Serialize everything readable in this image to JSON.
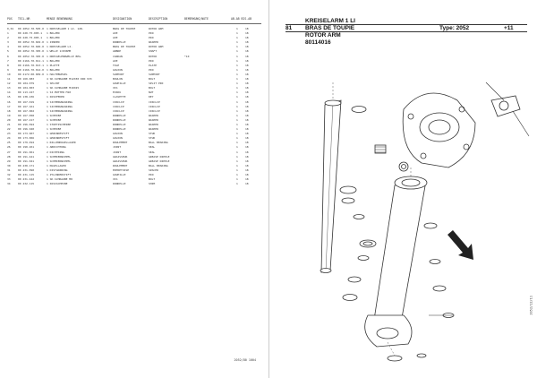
{
  "left_page": {
    "headers": [
      "POS",
      "TEIL-NR",
      "MENGE BENENNUNG",
      "DESIGNATION",
      "DESCRIPTION",
      "BEMERKUNG/NOTE",
      "AB-AB BIS-AB"
    ],
    "rows": [
      [
        "0,01",
        "00 2052.70.505.0",
        "1 KREISELARM 1 LI. 12R.",
        "BRAS DE TOUPIE",
        "ROTOR ARM",
        "",
        "1",
        "18"
      ],
      [
        "1",
        "00 220.75.005.1",
        "1 BOLZEN",
        "AXE",
        "PIN",
        "",
        "1",
        "18"
      ],
      [
        "2",
        "00 220.75.005.1",
        "1 BOLZEN",
        "AXE",
        "PIN",
        "",
        "1",
        "18"
      ],
      [
        "3",
        "00 2052.70.602.0",
        "1 ZINKEN",
        "RONDELLE",
        "WASHER",
        "",
        "1",
        "18"
      ],
      [
        "4",
        "00 2052.70.606.0",
        "1 KREISELARM LI.",
        "BRAS DE TOUPIE",
        "ROTOR ARM",
        "",
        "1",
        "18"
      ],
      [
        "5",
        "00 2052.70.305.0",
        "1 WELLE 1=836MM",
        "ARBRE",
        "SHAFT",
        "",
        "1",
        "18"
      ],
      [
        "6",
        "00 2052.70.305.0",
        "1 DREIGELENKWELLE BEG.",
        "CARDAN",
        "ROTOR",
        "*10",
        "1",
        "18"
      ],
      [
        "7",
        "00 2166.70.011.1",
        "1 BOLZEN",
        "AXE",
        "PIN",
        "",
        "1",
        "18"
      ],
      [
        "8",
        "00 2166.70.013.1",
        "1 PLATTE",
        "TOLE",
        "PLATE",
        "",
        "1",
        "18"
      ],
      [
        "9",
        "00 2166.70.014.0",
        "1 BOLZEN",
        "GOUJON",
        "PIN",
        "",
        "1",
        "18"
      ],
      [
        "10",
        "00 2172.00.009.0",
        "1 HALTEBUEGEL",
        "SUPPORT",
        "SUPPORT",
        "",
        "1",
        "18"
      ],
      [
        "11",
        "00 160.083",
        "4 SK-SCHRAUBE M12X30 DIN 933",
        "BOULON",
        "BOLT",
        "",
        "1",
        "18"
      ],
      [
        "12",
        "00 104.079",
        "1 SPLINT",
        "GOUPILLE",
        "SPLIT PIN",
        "",
        "1",
        "18"
      ],
      [
        "13",
        "00 104.003",
        "1 SK-SCHRAUBE M10X25",
        "VIS",
        "BOLT",
        "",
        "1",
        "18"
      ],
      [
        "14",
        "00 113.227",
        "1 SI-MUTTER M10",
        "ECROU",
        "NUT",
        "",
        "1",
        "18"
      ],
      [
        "15",
        "00 138.236",
        "1 PASSFEDER",
        "CLAVETTE",
        "KEY",
        "",
        "1",
        "18"
      ],
      [
        "16",
        "00 167.019",
        "4 SICHERUNGSRING",
        "CIRCLIP",
        "CIRCLIP",
        "",
        "1",
        "18"
      ],
      [
        "17",
        "00 167.161",
        "1 SICHERUNGSRING",
        "CIRCLIP",
        "CIRCLIP",
        "",
        "1",
        "18"
      ],
      [
        "18",
        "00 167.002",
        "1 SICHERUNGSRING",
        "CIRCLIP",
        "CIRCLIP",
        "",
        "1",
        "18"
      ],
      [
        "19",
        "00 167.058",
        "1 SCHEIBE",
        "RONDELLE",
        "WASHER",
        "",
        "1",
        "18"
      ],
      [
        "20",
        "00 167.217",
        "1 SCHEIBE",
        "RONDELLE",
        "WASHER",
        "",
        "1",
        "18"
      ],
      [
        "21",
        "00 196.694",
        "1 STUETZSCHEIBE",
        "RONDELLE",
        "WASHER",
        "",
        "1",
        "18"
      ],
      [
        "22",
        "00 196.920",
        "1 SCHEIBE",
        "RONDELLE",
        "WASHER",
        "",
        "1",
        "18"
      ],
      [
        "23",
        "00 173.907",
        "1 GEWINDESTIFT",
        "GOUJON",
        "STUD",
        "",
        "1",
        "18"
      ],
      [
        "24",
        "00 173.066",
        "1 GEWINDESTIFT",
        "GOUJON",
        "STUD",
        "",
        "1",
        "18"
      ],
      [
        "25",
        "00 179.494",
        "1 RILLENKUGELLAGER",
        "ROULEMENT",
        "BALL BEARING",
        "",
        "1",
        "18"
      ],
      [
        "26",
        "00 190.261",
        "1 ABDICHTUNG",
        "JOINT",
        "SEAL",
        "",
        "1",
        "18"
      ],
      [
        "27",
        "00 191.061",
        "2 DICHTRING",
        "JOINT",
        "SEAL",
        "",
        "1",
        "18"
      ],
      [
        "28",
        "00 191.441",
        "1 SCHMIERNIPPEL",
        "GRAISSEUR",
        "GREASE NIPPLE",
        "",
        "1",
        "18"
      ],
      [
        "29",
        "00 191.041",
        "1 SCHMIERNIPPEL",
        "GRAISSEUR",
        "GREASE NIPPLE",
        "",
        "1",
        "18"
      ],
      [
        "30",
        "00 430.171",
        "1 KUGELLAGER",
        "ROULEMENT",
        "BALL BEARING",
        "",
        "1",
        "18"
      ],
      [
        "31",
        "00 431.090",
        "1 DISTANZRING",
        "ENTRETOISE",
        "SPACER",
        "",
        "1",
        "18"
      ],
      [
        "32",
        "00 431.115",
        "1 ZYLINDERSTIFT",
        "GOUPILLE",
        "PIN",
        "",
        "1",
        "18"
      ],
      [
        "33",
        "00 431.442",
        "1 SK-SCHRAUBE M8",
        "VIS",
        "BOLT",
        "",
        "1",
        "18"
      ],
      [
        "34",
        "00 432.115",
        "1 PASSSCHEIBE",
        "RONDELLE",
        "SHIM",
        "",
        "1",
        "18"
      ]
    ],
    "footer": "2052/80 1004"
  },
  "right_page": {
    "title_de": "KREISELARM 1 LI",
    "title_fr": "BRAS DE TOUPIE",
    "title_en": "ROTOR ARM",
    "part_no": "80114016",
    "section": "81",
    "type": "Type: 2052",
    "modifier": "+11",
    "side_code": "2052/12/11"
  }
}
